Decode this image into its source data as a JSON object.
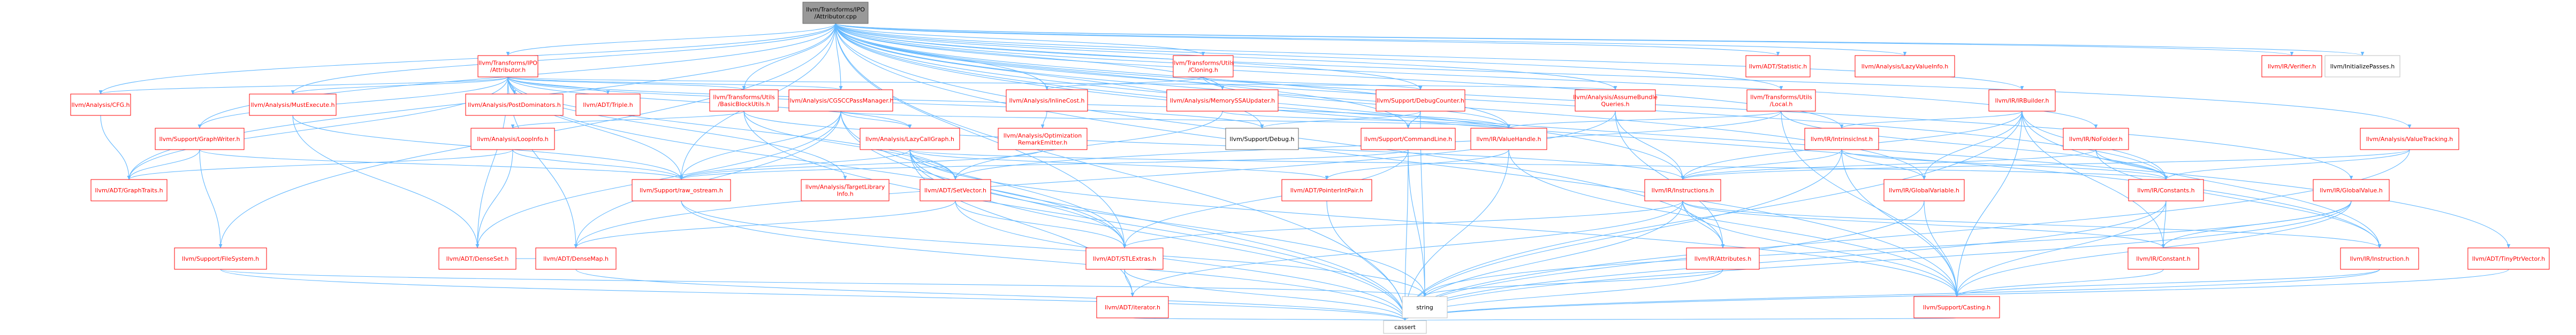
{
  "root": {
    "id": "root",
    "label": [
      "llvm/Transforms/IPO",
      "/Attributor.cpp"
    ]
  },
  "nodes": [
    {
      "id": "n_attributor_h",
      "label": [
        "llvm/Transforms/IPO",
        "/Attributor.h"
      ],
      "style": "red"
    },
    {
      "id": "n_cloning",
      "label": [
        "llvm/Transforms/Utils",
        "/Cloning.h"
      ],
      "style": "red"
    },
    {
      "id": "n_statistic",
      "label": [
        "llvm/ADT/Statistic.h"
      ],
      "style": "red"
    },
    {
      "id": "n_lazyvalueinfo",
      "label": [
        "llvm/Analysis/LazyValueInfo.h"
      ],
      "style": "red"
    },
    {
      "id": "n_verifier",
      "label": [
        "llvm/IR/Verifier.h"
      ],
      "style": "red"
    },
    {
      "id": "n_initpasses",
      "label": [
        "llvm/InitializePasses.h"
      ],
      "style": "grey"
    },
    {
      "id": "n_cfg",
      "label": [
        "llvm/Analysis/CFG.h"
      ],
      "style": "red"
    },
    {
      "id": "n_mustexec",
      "label": [
        "llvm/Analysis/MustExecute.h"
      ],
      "style": "red"
    },
    {
      "id": "n_postdom",
      "label": [
        "llvm/Analysis/PostDominators.h"
      ],
      "style": "red"
    },
    {
      "id": "n_triple",
      "label": [
        "llvm/ADT/Triple.h"
      ],
      "style": "red"
    },
    {
      "id": "n_bbutils",
      "label": [
        "llvm/Transforms/Utils",
        "/BasicBlockUtils.h"
      ],
      "style": "red"
    },
    {
      "id": "n_cgscc",
      "label": [
        "llvm/Analysis/CGSCCPassManager.h"
      ],
      "style": "red"
    },
    {
      "id": "n_inlinecost",
      "label": [
        "llvm/Analysis/InlineCost.h"
      ],
      "style": "red"
    },
    {
      "id": "n_memssaupd",
      "label": [
        "llvm/Analysis/MemorySSAUpdater.h"
      ],
      "style": "red"
    },
    {
      "id": "n_debugcounter",
      "label": [
        "llvm/Support/DebugCounter.h"
      ],
      "style": "red"
    },
    {
      "id": "n_assumebundle",
      "label": [
        "llvm/Analysis/AssumeBundle",
        "Queries.h"
      ],
      "style": "red"
    },
    {
      "id": "n_local",
      "label": [
        "llvm/Transforms/Utils",
        "/Local.h"
      ],
      "style": "red"
    },
    {
      "id": "n_irbuilder",
      "label": [
        "llvm/IR/IRBuilder.h"
      ],
      "style": "red"
    },
    {
      "id": "n_nofolder",
      "label": [
        "llvm/IR/NoFolder.h"
      ],
      "style": "red"
    },
    {
      "id": "n_valuetracking",
      "label": [
        "llvm/Analysis/ValueTracking.h"
      ],
      "style": "red"
    },
    {
      "id": "n_tinyptrvector",
      "label": [
        "llvm/ADT/TinyPtrVector.h"
      ],
      "style": "red"
    },
    {
      "id": "n_graphwriter",
      "label": [
        "llvm/Support/GraphWriter.h"
      ],
      "style": "red"
    },
    {
      "id": "n_loopinfo",
      "label": [
        "llvm/Analysis/LoopInfo.h"
      ],
      "style": "red"
    },
    {
      "id": "n_lazycallgraph",
      "label": [
        "llvm/Analysis/LazyCallGraph.h"
      ],
      "style": "red"
    },
    {
      "id": "n_optremark",
      "label": [
        "llvm/Analysis/Optimization",
        "RemarkEmitter.h"
      ],
      "style": "red"
    },
    {
      "id": "n_supportdebug",
      "label": [
        "llvm/Support/Debug.h"
      ],
      "style": "black"
    },
    {
      "id": "n_commandline",
      "label": [
        "llvm/Support/CommandLine.h"
      ],
      "style": "red"
    },
    {
      "id": "n_valuehandle",
      "label": [
        "llvm/IR/ValueHandle.h"
      ],
      "style": "red"
    },
    {
      "id": "n_intrinsicinst",
      "label": [
        "llvm/IR/IntrinsicInst.h"
      ],
      "style": "red"
    },
    {
      "id": "n_graphtraits",
      "label": [
        "llvm/ADT/GraphTraits.h"
      ],
      "style": "red"
    },
    {
      "id": "n_rawostream",
      "label": [
        "llvm/Support/raw_ostream.h"
      ],
      "style": "red"
    },
    {
      "id": "n_tli",
      "label": [
        "llvm/Analysis/TargetLibrary",
        "Info.h"
      ],
      "style": "red"
    },
    {
      "id": "n_setvector",
      "label": [
        "llvm/ADT/SetVector.h"
      ],
      "style": "red"
    },
    {
      "id": "n_ptrintpair",
      "label": [
        "llvm/ADT/PointerIntPair.h"
      ],
      "style": "red"
    },
    {
      "id": "n_instructions",
      "label": [
        "llvm/IR/Instructions.h"
      ],
      "style": "red"
    },
    {
      "id": "n_globalvariable",
      "label": [
        "llvm/IR/GlobalVariable.h"
      ],
      "style": "red"
    },
    {
      "id": "n_constants",
      "label": [
        "llvm/IR/Constants.h"
      ],
      "style": "red"
    },
    {
      "id": "n_globalvalue",
      "label": [
        "llvm/IR/GlobalValue.h"
      ],
      "style": "red"
    },
    {
      "id": "n_filesystem",
      "label": [
        "llvm/Support/FileSystem.h"
      ],
      "style": "red"
    },
    {
      "id": "n_densemap",
      "label": [
        "llvm/ADT/DenseMap.h"
      ],
      "style": "red"
    },
    {
      "id": "n_denseset",
      "label": [
        "llvm/ADT/DenseSet.h"
      ],
      "style": "red"
    },
    {
      "id": "n_stlextras",
      "label": [
        "llvm/ADT/STLExtras.h"
      ],
      "style": "red"
    },
    {
      "id": "n_attributes",
      "label": [
        "llvm/IR/Attributes.h"
      ],
      "style": "red"
    },
    {
      "id": "n_irconstant",
      "label": [
        "llvm/IR/Constant.h"
      ],
      "style": "red"
    },
    {
      "id": "n_irinstruction",
      "label": [
        "llvm/IR/Instruction.h"
      ],
      "style": "red"
    },
    {
      "id": "n_iterator",
      "label": [
        "llvm/ADT/iterator.h"
      ],
      "style": "red"
    },
    {
      "id": "n_string",
      "label": [
        "string"
      ],
      "style": "grey"
    },
    {
      "id": "n_casting",
      "label": [
        "llvm/Support/Casting.h"
      ],
      "style": "red"
    },
    {
      "id": "n_cassert",
      "label": [
        "cassert"
      ],
      "style": "grey"
    }
  ]
}
